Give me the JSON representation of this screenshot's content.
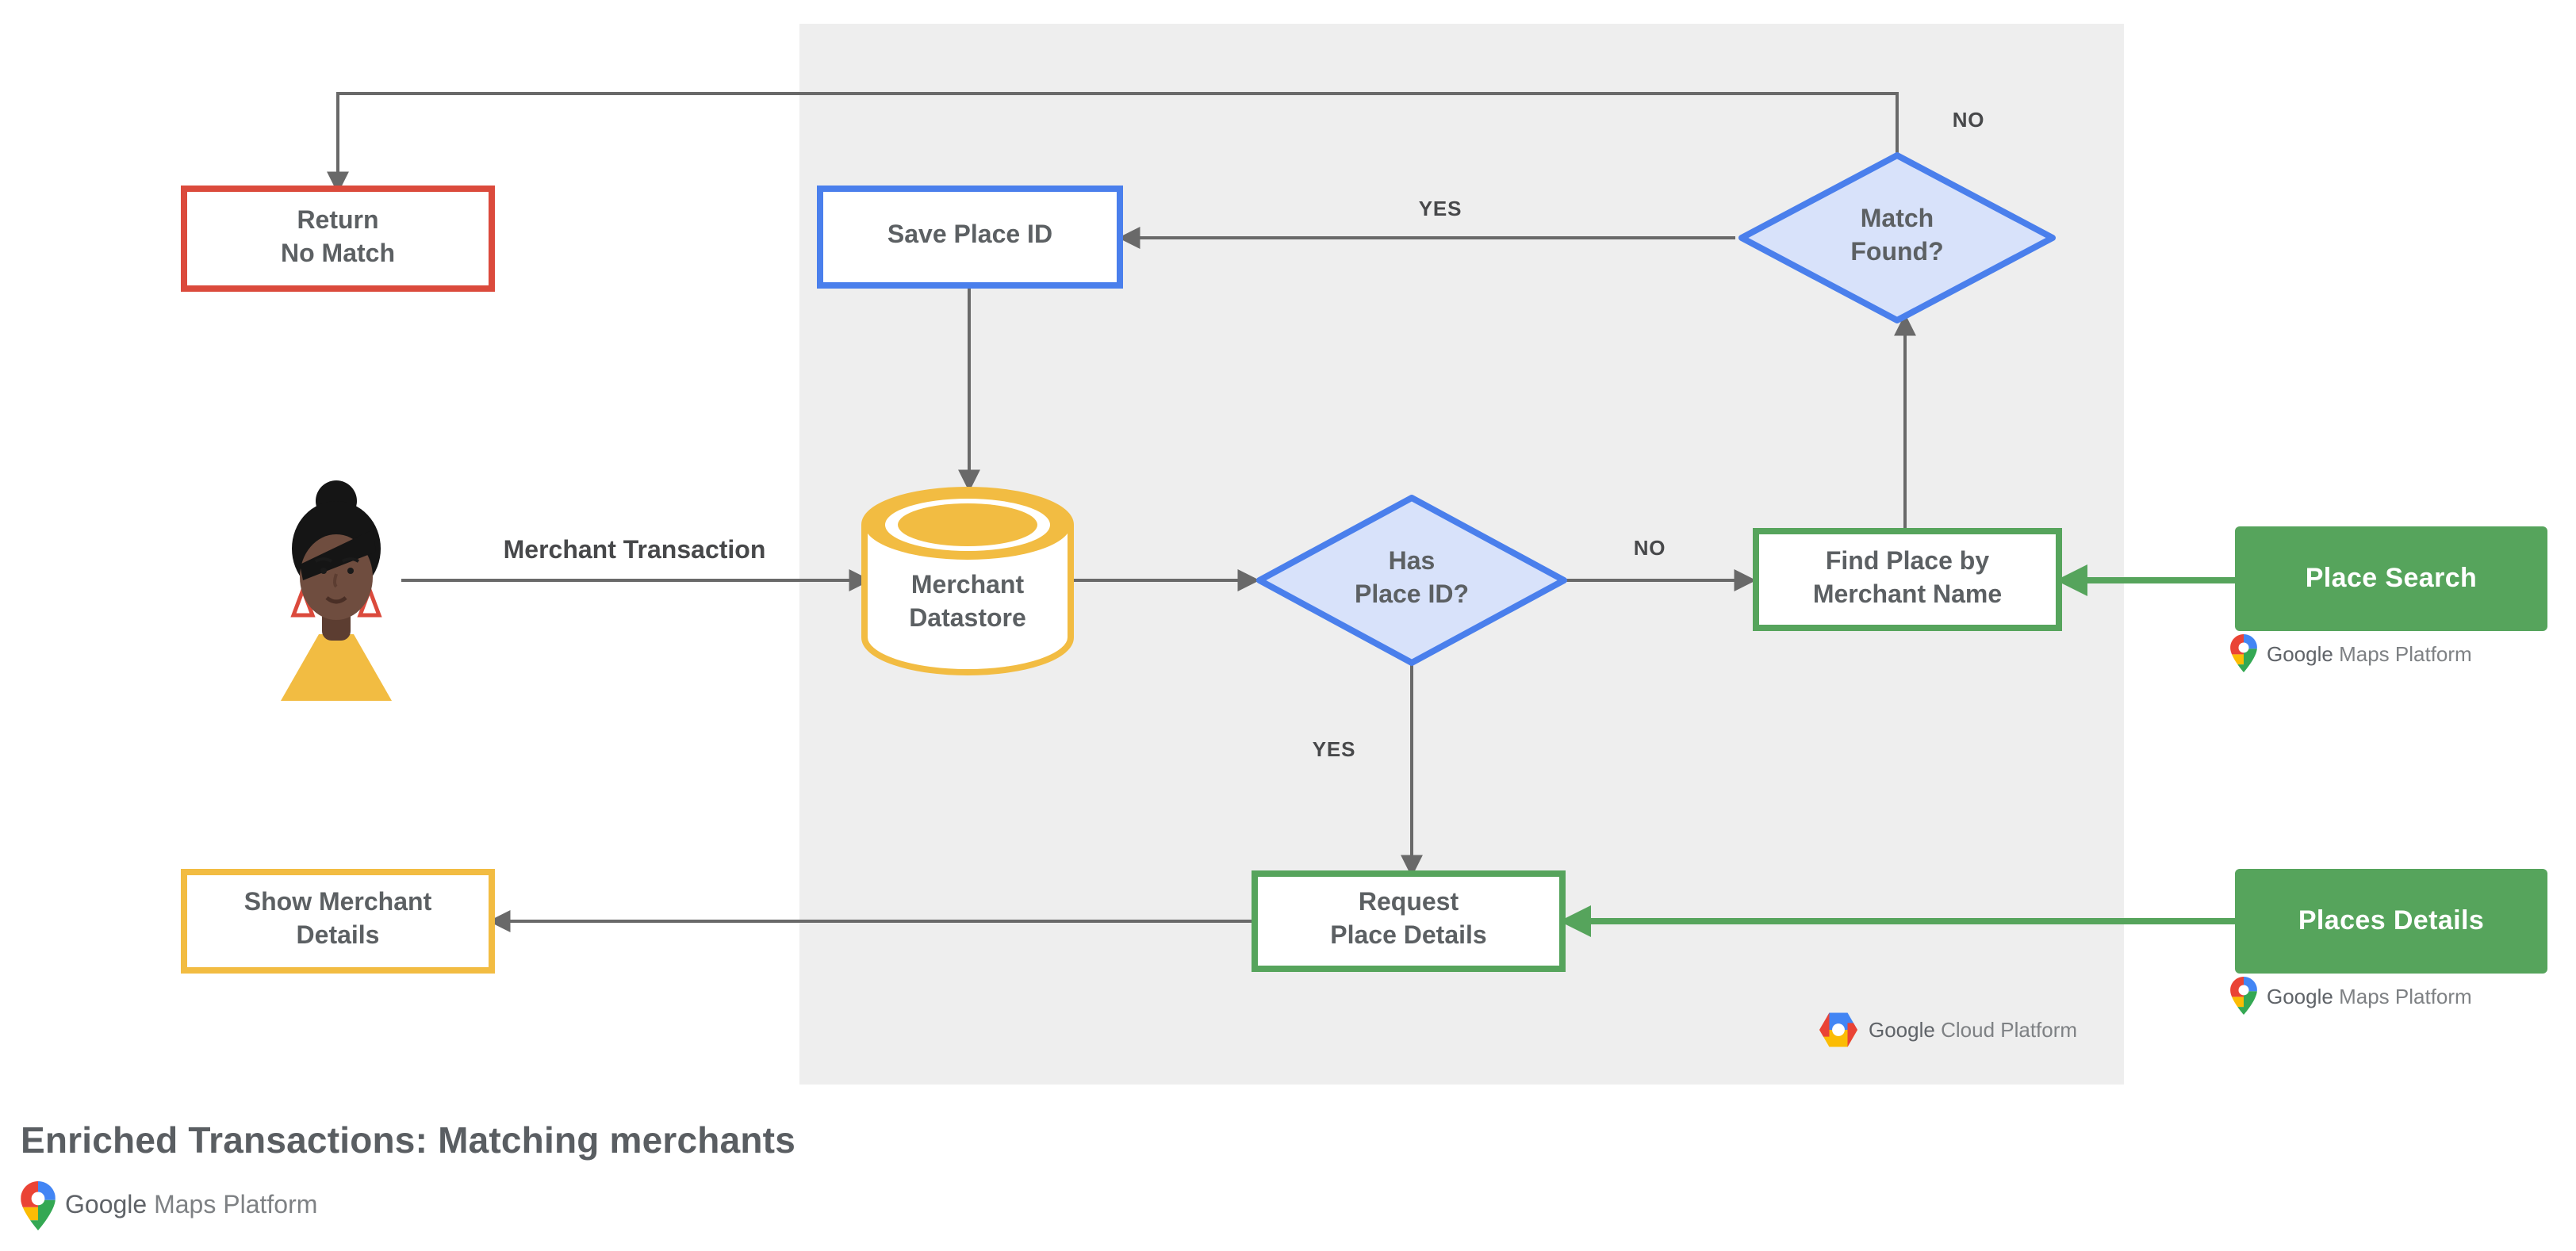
{
  "title": "Enriched Transactions: Matching merchants",
  "nodes": {
    "return_no_match": {
      "line1": "Return",
      "line2": "No Match"
    },
    "save_place_id": {
      "label": "Save Place ID"
    },
    "match_found": {
      "line1": "Match",
      "line2": "Found?"
    },
    "merchant_datastore": {
      "line1": "Merchant",
      "line2": "Datastore"
    },
    "has_place_id": {
      "line1": "Has",
      "line2": "Place ID?"
    },
    "find_place_by_merchant_name": {
      "line1": "Find Place by",
      "line2": "Merchant Name"
    },
    "request_place_details": {
      "line1": "Request",
      "line2": "Place Details"
    },
    "show_merchant_details": {
      "line1": "Show Merchant",
      "line2": "Details"
    },
    "place_search": {
      "label": "Place Search"
    },
    "places_details": {
      "label": "Places Details"
    }
  },
  "edge_labels": {
    "yes_top": "YES",
    "no_top": "NO",
    "no_mid": "NO",
    "yes_mid": "YES",
    "merchant_transaction": "Merchant Transaction"
  },
  "logos": {
    "maps_platform": {
      "brand": "Google",
      "product": "Maps Platform"
    },
    "cloud_platform": {
      "brand": "Google",
      "product": "Cloud Platform"
    }
  },
  "colors": {
    "red": "#DB4A3C",
    "blue": "#4A7FEC",
    "blue_fill": "#D8E2FA",
    "yellow": "#F2BC42",
    "green": "#56A45C",
    "panel": "#EEEEEE",
    "arrow": "#696969",
    "node_text": "#5C6063",
    "label_text": "#47484A",
    "title_text": "#5A5E62",
    "logo_brand": "#5F6368",
    "logo_product": "#7E8184",
    "g_blue": "#4285F4",
    "g_red": "#EA4335",
    "g_yellow": "#FBBC04",
    "g_green": "#34A853",
    "skin": "#6F4D3F",
    "skin_dark": "#5C3D31",
    "hair": "#151515"
  }
}
